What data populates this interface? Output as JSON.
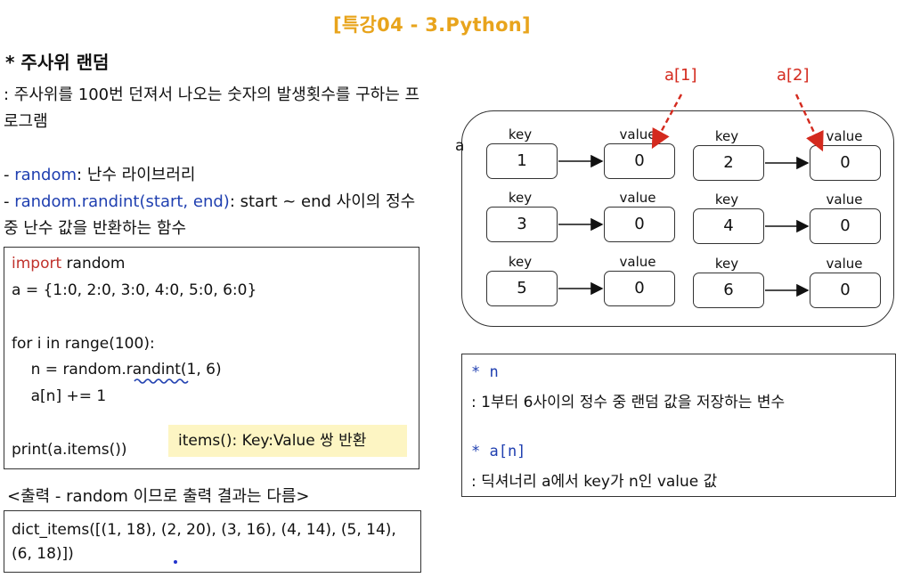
{
  "title": "[특강04 - 3.Python]",
  "section": {
    "heading": "* 주사위 랜덤",
    "description": ": 주사위를 100번 던져서 나오는 숫자의 발생횟수를 구하는 프로그램"
  },
  "libs": [
    {
      "dash": "- ",
      "name": "random",
      "text": ": 난수 라이브러리"
    },
    {
      "dash": "- ",
      "name": "random.randint(start, end)",
      "text": ": start ~ end 사이의 정수 중 난수 값을 반환하는 함수"
    }
  ],
  "code": {
    "line1_kw": "import",
    "line1_rest": " random",
    "line2": "a = {1:0, 2:0, 3:0, 4:0, 5:0, 6:0}",
    "line3": "for i in range(100):",
    "line4": "    n = random.randint(1, 6)",
    "line5": "    a[n] += 1",
    "line6": "print(a.items())"
  },
  "tip": "items(): Key:Value 쌍 반환",
  "output": {
    "heading": "<출력 - random 이므로 출력 결과는 다름>",
    "text": "dict_items([(1, 18), (2, 20), (3, 16), (4, 14), (5, 14), (6, 18)])"
  },
  "diagram": {
    "var_name": "a",
    "key_caption": "key",
    "value_caption": "value",
    "pointers": [
      "a[1]",
      "a[2]"
    ],
    "pairs": [
      {
        "key": "1",
        "value": "0"
      },
      {
        "key": "2",
        "value": "0"
      },
      {
        "key": "3",
        "value": "0"
      },
      {
        "key": "4",
        "value": "0"
      },
      {
        "key": "5",
        "value": "0"
      },
      {
        "key": "6",
        "value": "0"
      }
    ]
  },
  "notes": {
    "n_title": "* n",
    "n_desc": ": 1부터 6사이의 정수 중 랜덤 값을 저장하는 변수",
    "an_title": "* a[n]",
    "an_desc": ": 딕셔너리 a에서 key가 n인 value 값"
  },
  "colors": {
    "title": "#e8a41c",
    "keyword": "#c0322c",
    "blue_text": "#1f3fb0",
    "pointer": "#d42a1e",
    "tip_bg": "#fdf5c3"
  }
}
